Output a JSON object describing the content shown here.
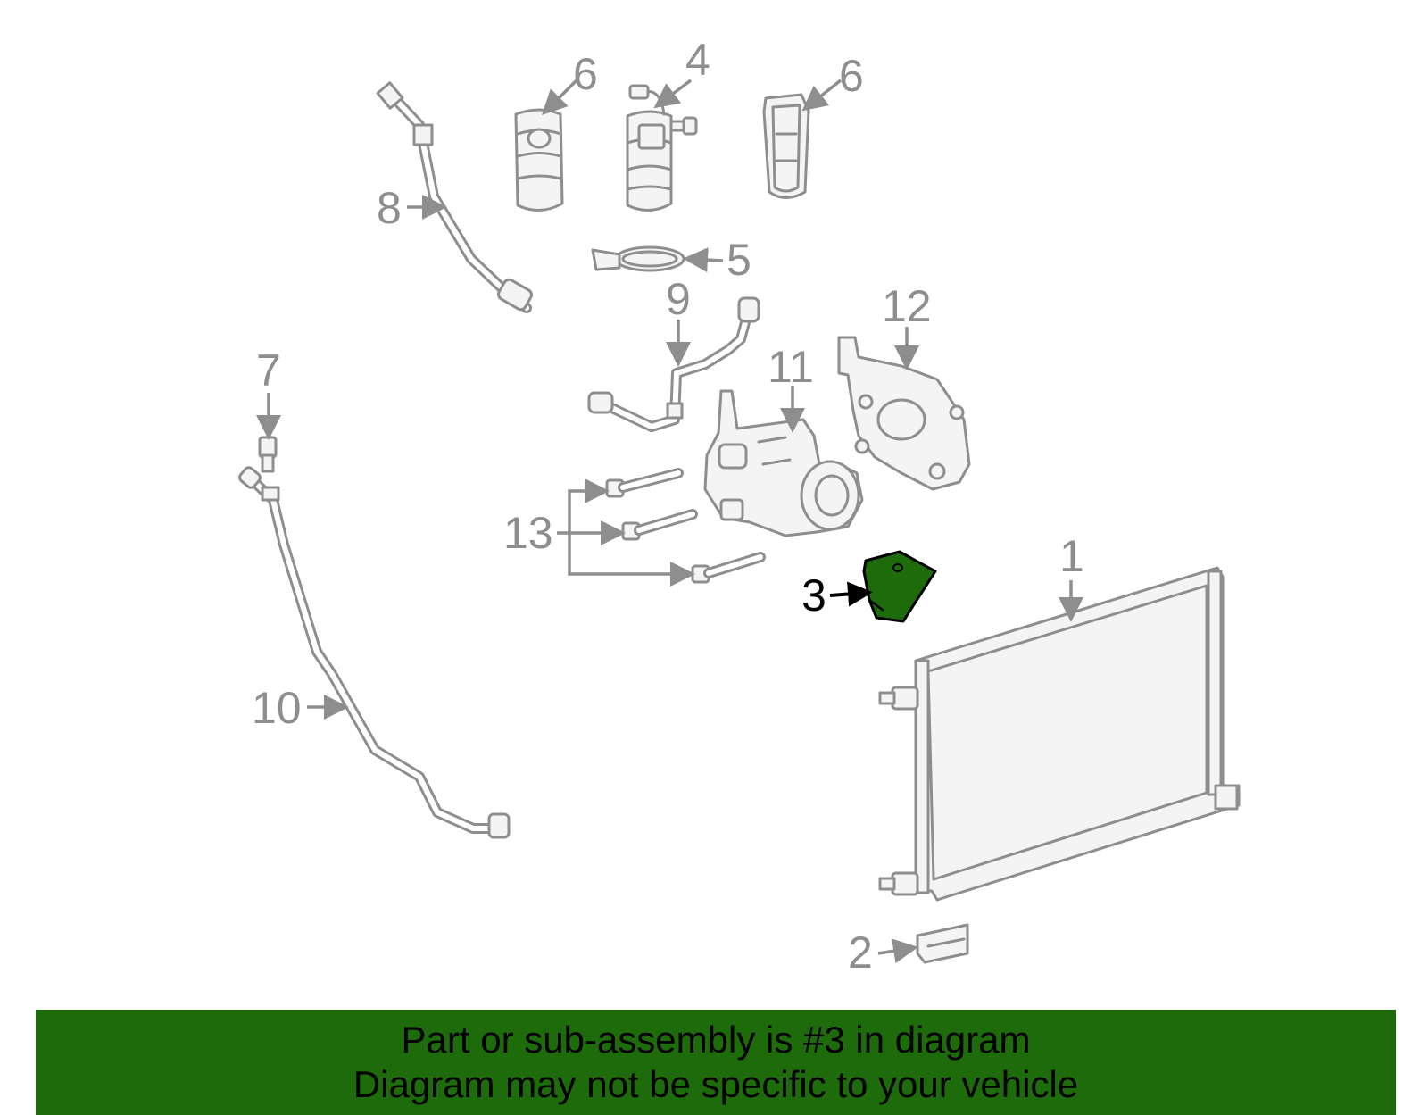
{
  "callouts": {
    "c1": "1",
    "c2": "2",
    "c3": "3",
    "c4": "4",
    "c5": "5",
    "c6a": "6",
    "c6b": "6",
    "c7": "7",
    "c8": "8",
    "c9": "9",
    "c10": "10",
    "c11": "11",
    "c12": "12",
    "c13": "13"
  },
  "highlight": {
    "part": "3",
    "color": "#1e6b0c"
  },
  "banner": {
    "line1": "Part or sub-assembly is #3 in diagram",
    "line2": "Diagram may not be specific to your vehicle",
    "color": "#1e6b0c"
  },
  "colors": {
    "part_stroke": "#8e8e8e",
    "highlight_stroke": "#000000"
  }
}
